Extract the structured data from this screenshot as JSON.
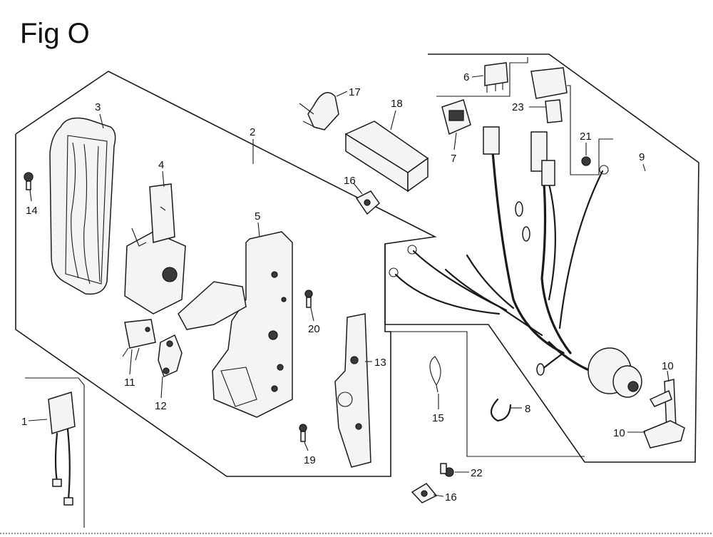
{
  "title": "Fig O",
  "callouts": {
    "c1": "1",
    "c2": "2",
    "c3": "3",
    "c4": "4",
    "c5": "5",
    "c6": "6",
    "c7": "7",
    "c8": "8",
    "c9": "9",
    "c10a": "10",
    "c10b": "10",
    "c11": "11",
    "c12": "12",
    "c13": "13",
    "c14": "14",
    "c15": "15",
    "c16a": "16",
    "c16b": "16",
    "c17": "17",
    "c18": "18",
    "c19": "19",
    "c20": "20",
    "c21": "21",
    "c22": "22",
    "c23": "23"
  }
}
